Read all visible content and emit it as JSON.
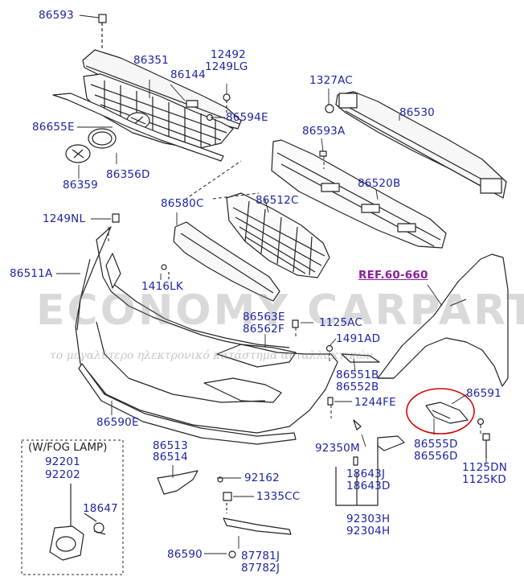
{
  "labels": {
    "p86593": "86593",
    "p86351": "86351",
    "p12492": "12492",
    "p1249LG": "1249LG",
    "p86144": "86144",
    "p1327AC": "1327AC",
    "p86530": "86530",
    "p86594E": "86594E",
    "p86655E": "86655E",
    "p86593A": "86593A",
    "p86359": "86359",
    "p86356D": "86356D",
    "p86520B": "86520B",
    "p86580C": "86580C",
    "p86512C": "86512C",
    "p1249NL": "1249NL",
    "p86511A": "86511A",
    "p1416LK": "1416LK",
    "ref": "REF.60-660",
    "p86563E": "86563E",
    "p86562F": "86562F",
    "p1125AC": "1125AC",
    "p1491AD": "1491AD",
    "p86551B": "86551B",
    "p86552B": "86552B",
    "p1244FE": "1244FE",
    "p86591": "86591",
    "p86590E": "86590E",
    "p92350M": "92350M",
    "p86555D": "86555D",
    "p86556D": "86556D",
    "p1125DN": "1125DN",
    "p1125KD": "1125KD",
    "p86513": "86513",
    "p86514": "86514",
    "p92162": "92162",
    "p18643J": "18643J",
    "p18643D": "18643D",
    "p1335CC": "1335CC",
    "p92303H": "92303H",
    "p92304H": "92304H",
    "p86590": "86590",
    "p87781J": "87781J",
    "p87782J": "87782J"
  },
  "fog_box": {
    "title": "(W/FOG LAMP)",
    "p92201": "92201",
    "p92202": "92202",
    "p18647": "18647"
  },
  "watermark": {
    "main": "ECONOMY CARPARTS.gr",
    "sub": "το μεγαλύτερο ηλεκτρονικό κατάστημα ανταλλακτικών"
  },
  "colors": {
    "label": "#1c24a6",
    "ref": "#8a1f9a",
    "highlight_circle": "#d40000",
    "line": "#222222"
  }
}
